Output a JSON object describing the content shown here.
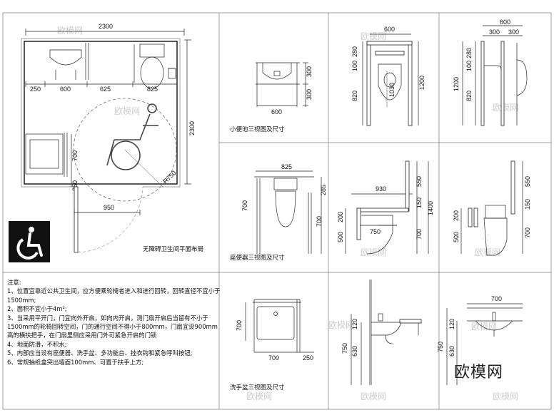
{
  "plan": {
    "width_total": "2300",
    "height_total": "2300",
    "seg_250": "250",
    "seg_600": "600",
    "seg_625": "625",
    "seg_825": "825",
    "seg_700": "700",
    "seg_250_v": "250",
    "seg_950": "950",
    "radius": "R750",
    "title": "无障碍卫生间平面布局"
  },
  "urinal": {
    "dim_300_a": "300",
    "dim_300_b": "300",
    "dim_600": "600",
    "title": "小便池三视图及尺寸",
    "front_600": "600",
    "front_280": "280",
    "front_100": "100",
    "front_820": "820",
    "front_1030": "1030",
    "front_1200": "1200",
    "side_600": "600",
    "side_300_a": "300",
    "side_300_b": "300",
    "side_280": "280",
    "side_100": "100",
    "side_1200": "1200",
    "side_820": "820"
  },
  "toilet": {
    "dim_825": "825",
    "dim_285": "285",
    "dim_700_l": "700",
    "dim_700_r": "700",
    "title": "座便器三视图及尺寸",
    "front_930": "930",
    "front_550": "550",
    "front_150": "150",
    "front_1400": "1400",
    "front_200": "200",
    "front_750": "750",
    "front_500": "500",
    "front_700": "700",
    "side_550": "550",
    "side_150": "150",
    "side_200": "200",
    "side_500": "500",
    "side_700": "700"
  },
  "basin": {
    "dim_700_v": "700",
    "dim_700_h": "700",
    "dim_250": "250",
    "title": "洗手盆三视图及尺寸",
    "side_120": "120",
    "side_750": "750",
    "side_630": "630",
    "front_700": "700",
    "front_120": "120",
    "front_750": "750",
    "front_630": "630"
  },
  "notes": {
    "heading": "注意:",
    "lines": [
      "1、位置宜靠近公共卫生间，应方便乘轮椅者进入和进行回转，回转直径不宜小于1500mm;",
      "2、面积不宜小于4m²;",
      "3、当采用平开门，门宜向外开启，如向内开启，测门扇开启后当留有不小于1500mm的轮椅回转空间，门的通行空间不得小于800mm，门扇宜设900mm高的横扶把手，在门扇里侧应采用门外可紧急开启的门锁",
      "4、地面防滑，不积水;",
      "5、内部应当设有座便器、洗手盆、多功能台、挂衣钩和紧急呼叫按钮;",
      "6、常规抽纸盒突出墙面100mm、可置于扶手上方;"
    ]
  },
  "watermark": "欧模网",
  "brand": "欧模网",
  "icon": "wheelchair-accessibility-icon"
}
